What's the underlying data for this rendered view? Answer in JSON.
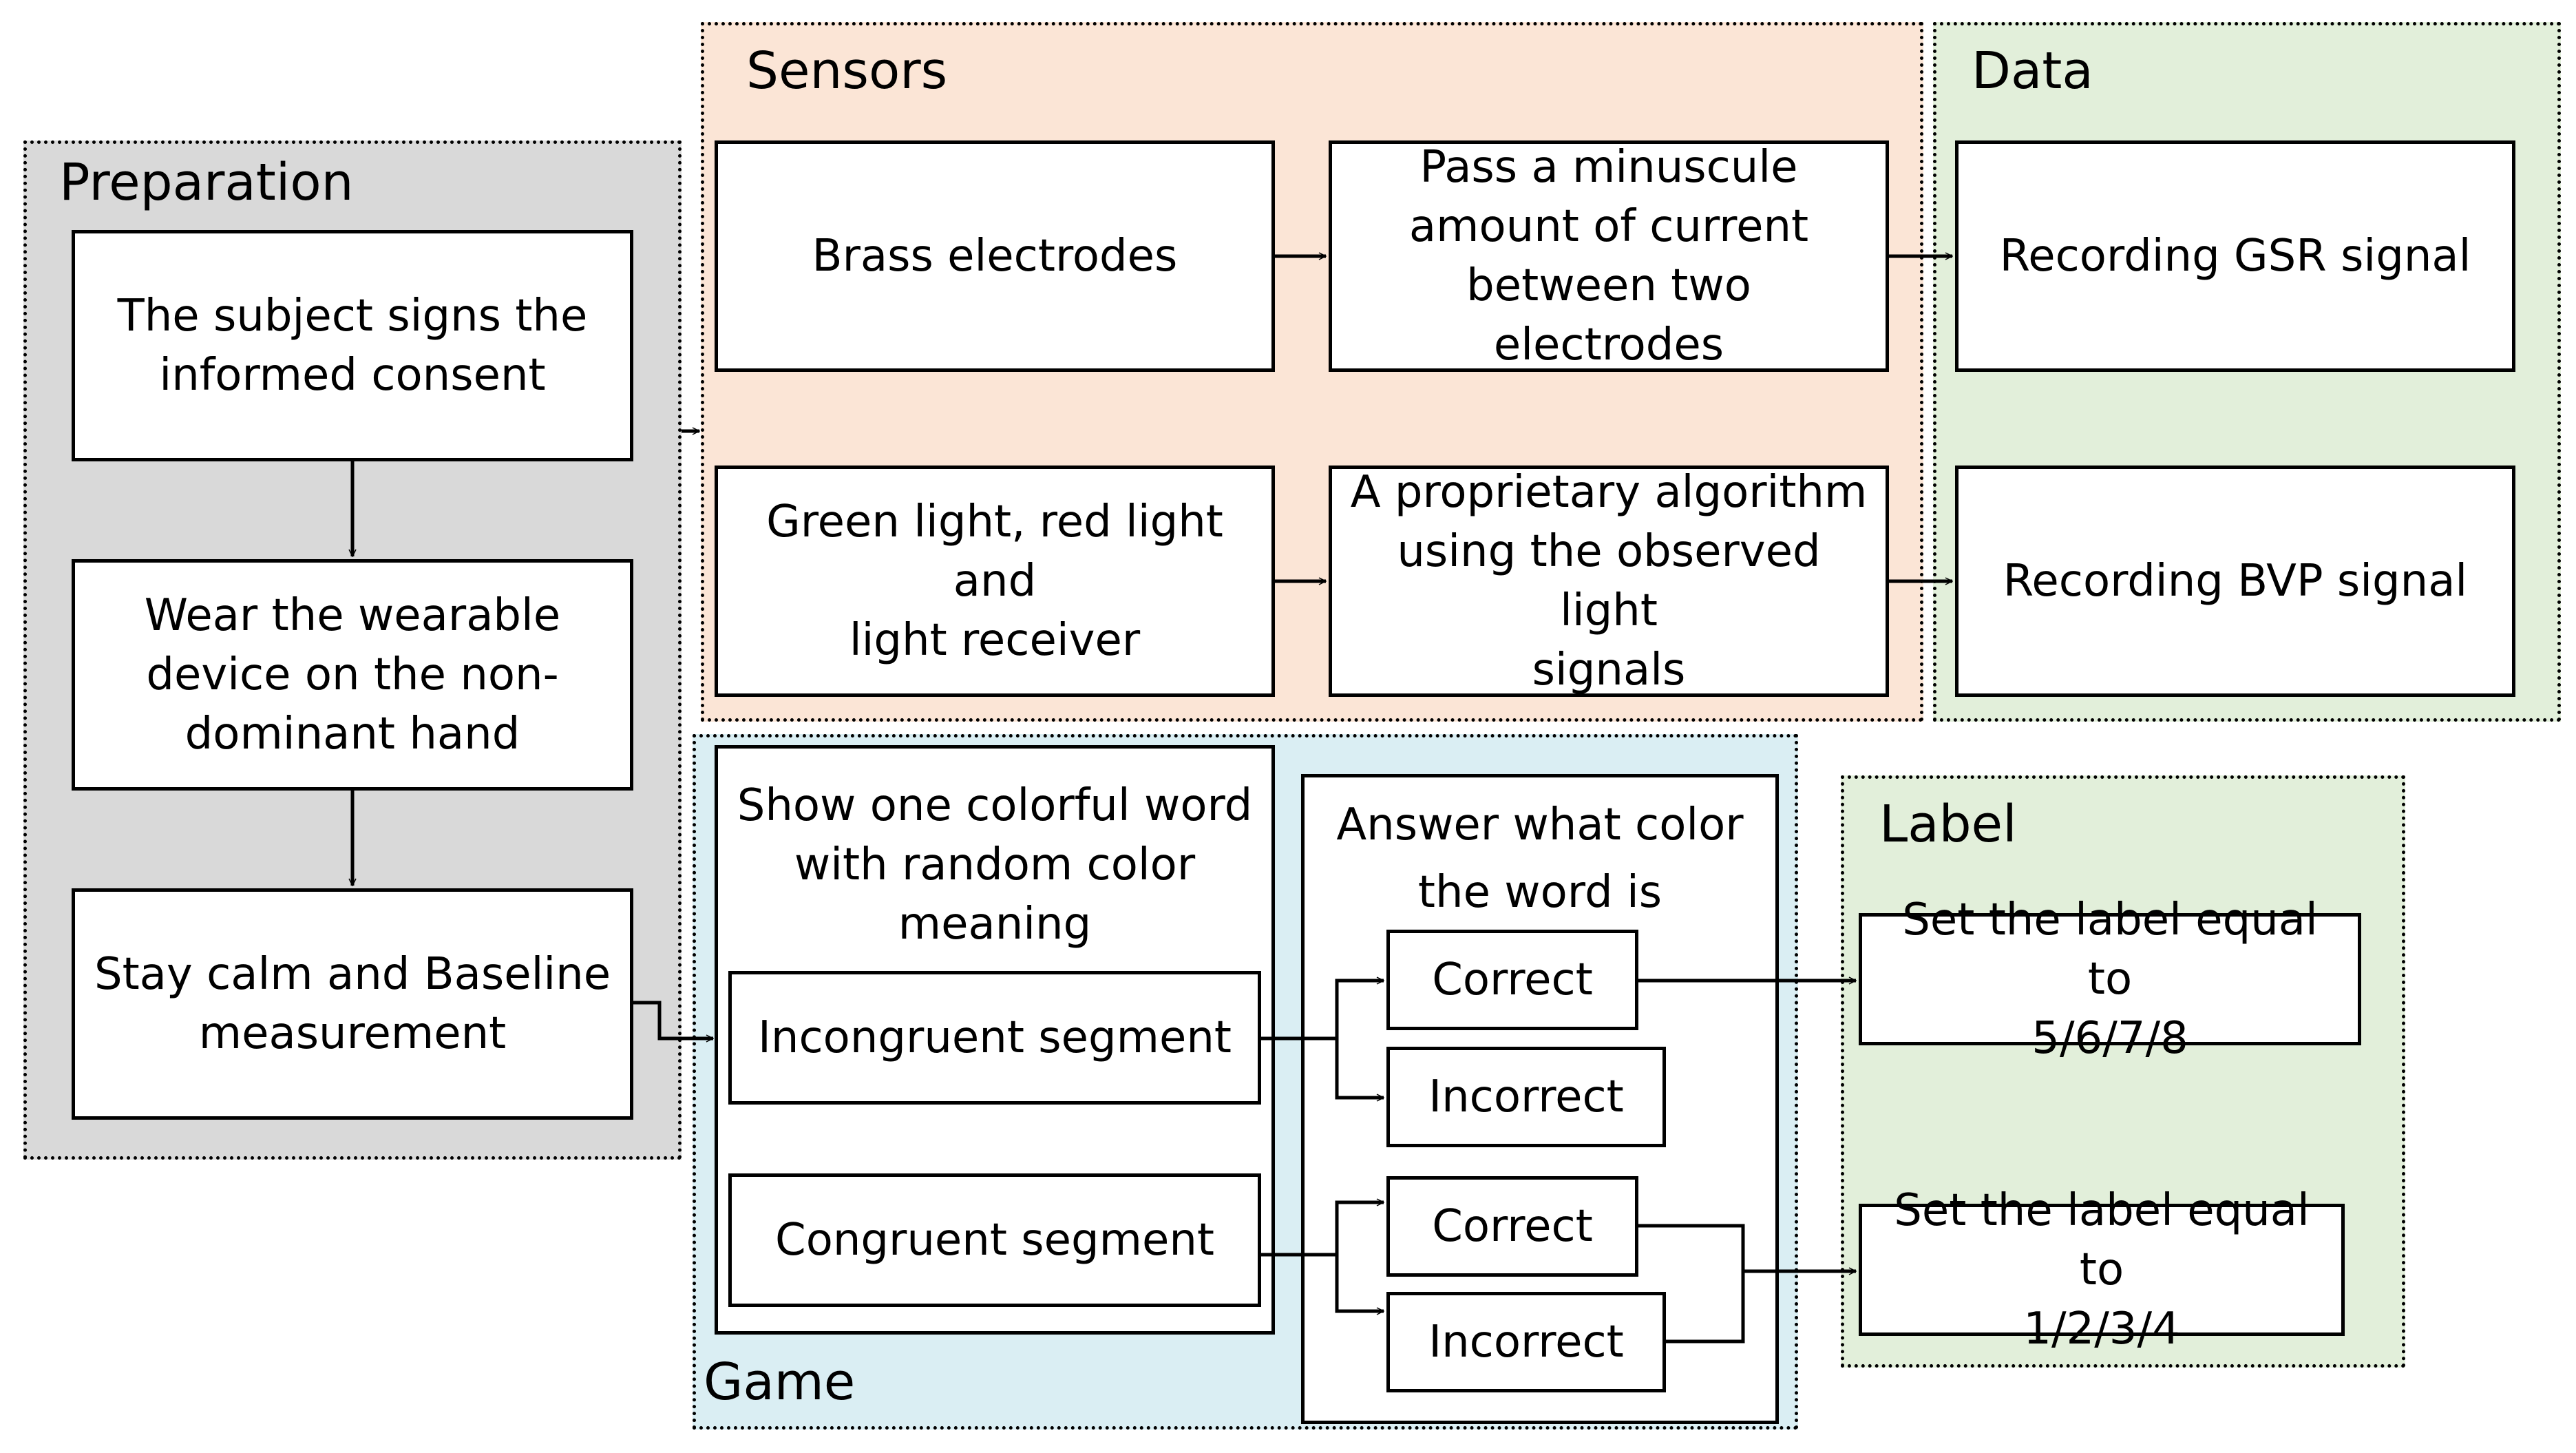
{
  "groups": {
    "preparation": "Preparation",
    "sensors": "Sensors",
    "data": "Data",
    "game": "Game",
    "label": "Label"
  },
  "boxes": {
    "consent": "The subject signs the\ninformed consent",
    "wear": "Wear the wearable\ndevice on the non-\ndominant hand",
    "baseline": "Stay calm and Baseline\nmeasurement",
    "brass": "Brass electrodes",
    "current": "Pass a minuscule\namount of current\nbetween two electrodes",
    "gsr": "Recording GSR signal",
    "light_receiver": "Green light, red light and\nlight receiver",
    "algorithm": "A proprietary algorithm\nusing the observed light\nsignals",
    "bvp": "Recording BVP signal",
    "show_word": "Show one colorful word\nwith random color\nmeaning",
    "incongruent": "Incongruent segment",
    "congruent": "Congruent segment",
    "answer": "Answer what color\nthe word is",
    "correct_1": "Correct",
    "incorrect_1": "Incorrect",
    "correct_2": "Correct",
    "incorrect_2": "Incorrect",
    "label_high": "Set the label equal to\n5/6/7/8",
    "label_low": "Set the label equal to\n1/2/3/4"
  },
  "colors": {
    "preparation_bg": "#d9d9d9",
    "sensors_bg": "#fbe5d6",
    "data_bg": "#e2efda",
    "game_bg": "#daeef3",
    "label_bg": "#e2efda"
  }
}
